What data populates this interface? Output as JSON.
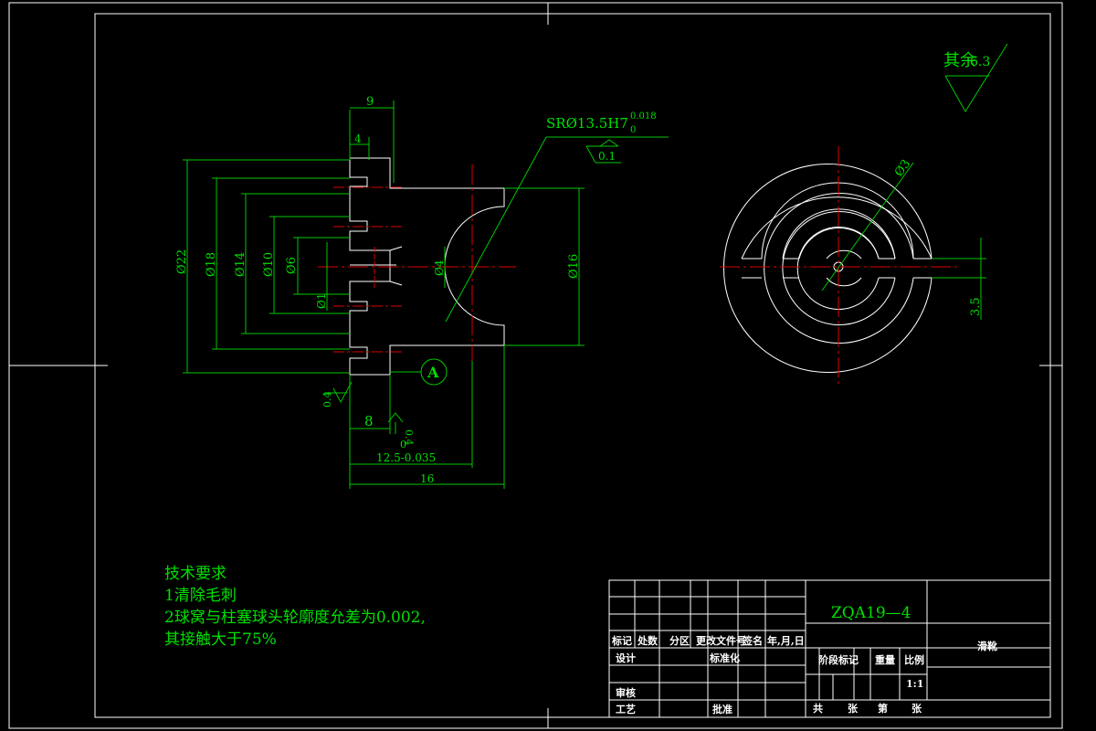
{
  "roughness": {
    "label": "其余",
    "value": "6.3"
  },
  "callout": {
    "radius_label": "SRØ13.5H7",
    "tol_upper": "0.018",
    "tol_lower": "0",
    "surface_roughness": "0.1"
  },
  "datum_label": "A",
  "dims": {
    "d22": "Ø22",
    "d18": "Ø18",
    "d14": "Ø14",
    "d10": "Ø10",
    "d6": "Ø6",
    "d1": "Ø1",
    "d4": "Ø4",
    "d16": "Ø16",
    "w9": "9",
    "w4": "4",
    "w8": "8",
    "len_125": "12.5-0.035",
    "len_16": "16",
    "r_left": "0.4",
    "r_bottom": "0.4",
    "r_bottom_zero": "0",
    "dia3": "Ø3",
    "slot": "3.5"
  },
  "notes": {
    "title": "技术要求",
    "line1": "1清除毛刺",
    "line2": "2球窝与柱塞球头轮廓度允差为0.002,",
    "line3": "其接触大于75%"
  },
  "title_block": {
    "drawing_no": "ZQA19—4",
    "part_name": "滑靴",
    "hdr_mark": "标记",
    "hdr_count": "处数",
    "hdr_zone": "分区",
    "hdr_docno": "更改文件号",
    "hdr_sign": "签名",
    "hdr_date": "年,月,日",
    "design": "设计",
    "standard": "标准化",
    "review": "审核",
    "process": "工艺",
    "approve": "批准",
    "stage": "阶段标记",
    "weight": "重量",
    "scale": "比例",
    "scale_val": "1:1",
    "total": "共",
    "sheets": "张",
    "nth": "第",
    "sheet": "张"
  }
}
